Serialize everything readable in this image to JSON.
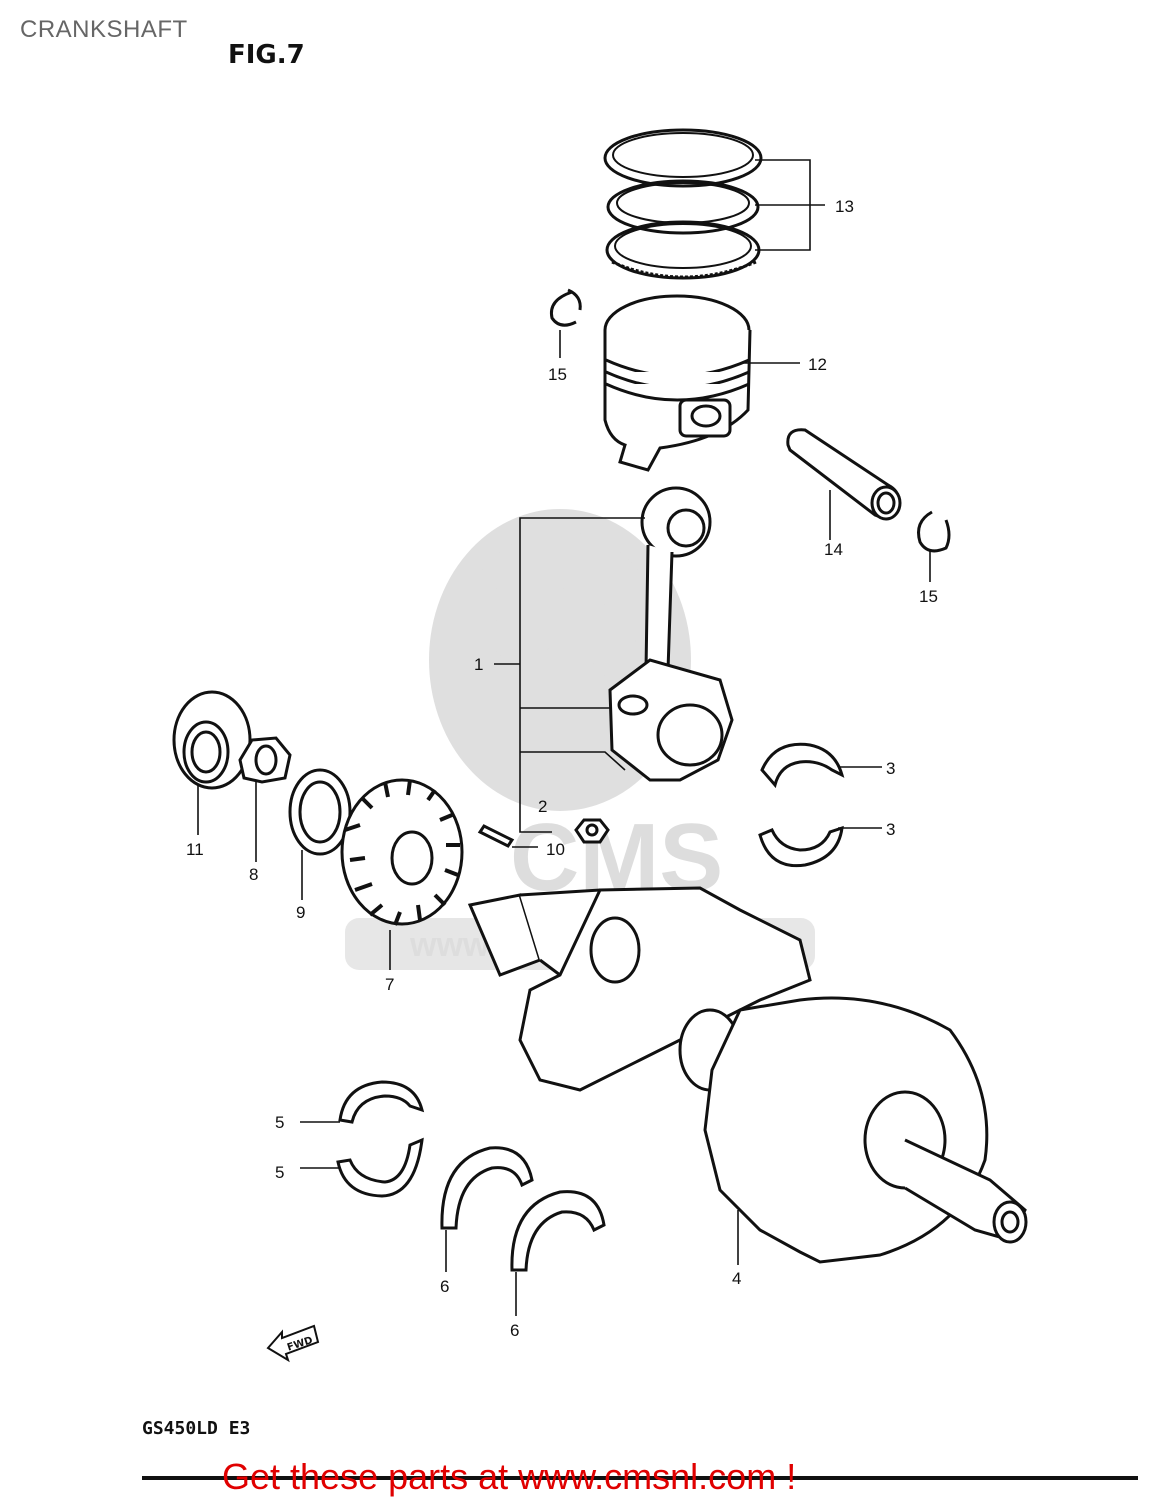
{
  "header": {
    "title": "CRANKSHAFT",
    "figure": "FIG.7"
  },
  "watermark": {
    "brand": "CMS",
    "url": "www.cmsnl.com"
  },
  "fwd_label": "FWD",
  "callouts": {
    "c1": "1",
    "c2": "2",
    "c3a": "3",
    "c3b": "3",
    "c4": "4",
    "c5a": "5",
    "c5b": "5",
    "c6a": "6",
    "c6b": "6",
    "c7": "7",
    "c8": "8",
    "c9": "9",
    "c10": "10",
    "c11": "11",
    "c12": "12",
    "c13": "13",
    "c14": "14",
    "c15a": "15",
    "c15b": "15"
  },
  "model_code": "GS450LD E3",
  "footer": {
    "cta": "Get these parts at www.cmsnl.com !"
  },
  "colors": {
    "footer_text": "#e00000",
    "line_art": "#111111",
    "watermark": "#dcdcdc"
  }
}
